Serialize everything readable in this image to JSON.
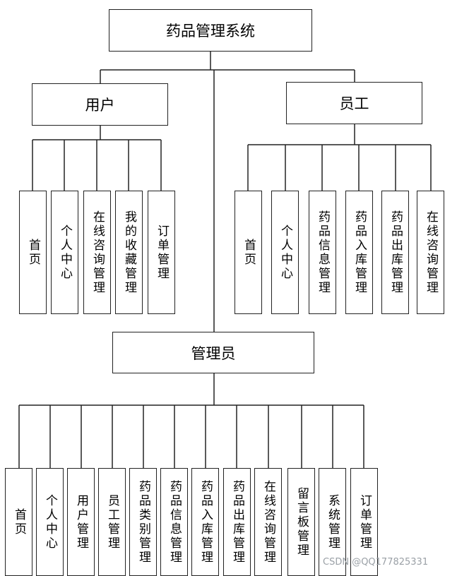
{
  "root": {
    "label": "药品管理系统"
  },
  "user": {
    "label": "用户",
    "children": [
      "首页",
      "个人中心",
      "在线咨询管理",
      "我的收藏管理",
      "订单管理"
    ]
  },
  "staff": {
    "label": "员工",
    "children": [
      "首页",
      "个人中心",
      "药品信息管理",
      "药品入库管理",
      "药品出库管理",
      "在线咨询管理"
    ]
  },
  "admin": {
    "label": "管理员",
    "children": [
      "首页",
      "个人中心",
      "用户管理",
      "员工管理",
      "药品类别管理",
      "药品信息管理",
      "药品入库管理",
      "药品出库管理",
      "在线咨询管理",
      "留言板管理",
      "系统管理",
      "订单管理"
    ]
  },
  "watermark": "CSDN @QQ177825331"
}
